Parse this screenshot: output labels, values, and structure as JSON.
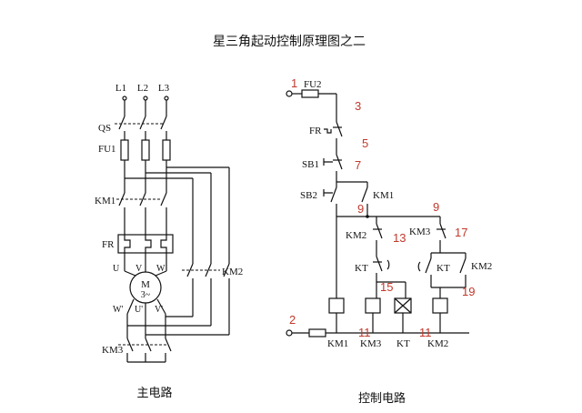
{
  "title": "星三角起动控制原理图之二",
  "captions": {
    "main": "主电路",
    "control": "控制电路"
  },
  "main_circuit": {
    "phases": [
      "L1",
      "L2",
      "L3"
    ],
    "qs": "QS",
    "fu1": "FU1",
    "km1": "KM1",
    "fr": "FR",
    "terminals_top": [
      "U",
      "V",
      "W"
    ],
    "motor": "M",
    "motor_sub": "3~",
    "terminals_bottom": [
      "W'",
      "U'",
      "V'"
    ],
    "km2": "KM2",
    "km3": "KM3"
  },
  "control_circuit": {
    "fu2": "FU2",
    "fr": "FR",
    "sb1": "SB1",
    "sb2": "SB2",
    "km1_contact": "KM1",
    "km2_contact": "KM2",
    "km3_contact": "KM3",
    "kt_left": "KT",
    "kt_right": "KT",
    "km2_right": "KM2",
    "coils": [
      "KM1",
      "KM3",
      "KT",
      "KM2"
    ],
    "nodes": {
      "n1": "1",
      "n2": "2",
      "n3": "3",
      "n5": "5",
      "n7": "7",
      "n9a": "9",
      "n9b": "9",
      "n11a": "11",
      "n11b": "11",
      "n13": "13",
      "n15": "15",
      "n17": "17",
      "n19": "19"
    }
  }
}
